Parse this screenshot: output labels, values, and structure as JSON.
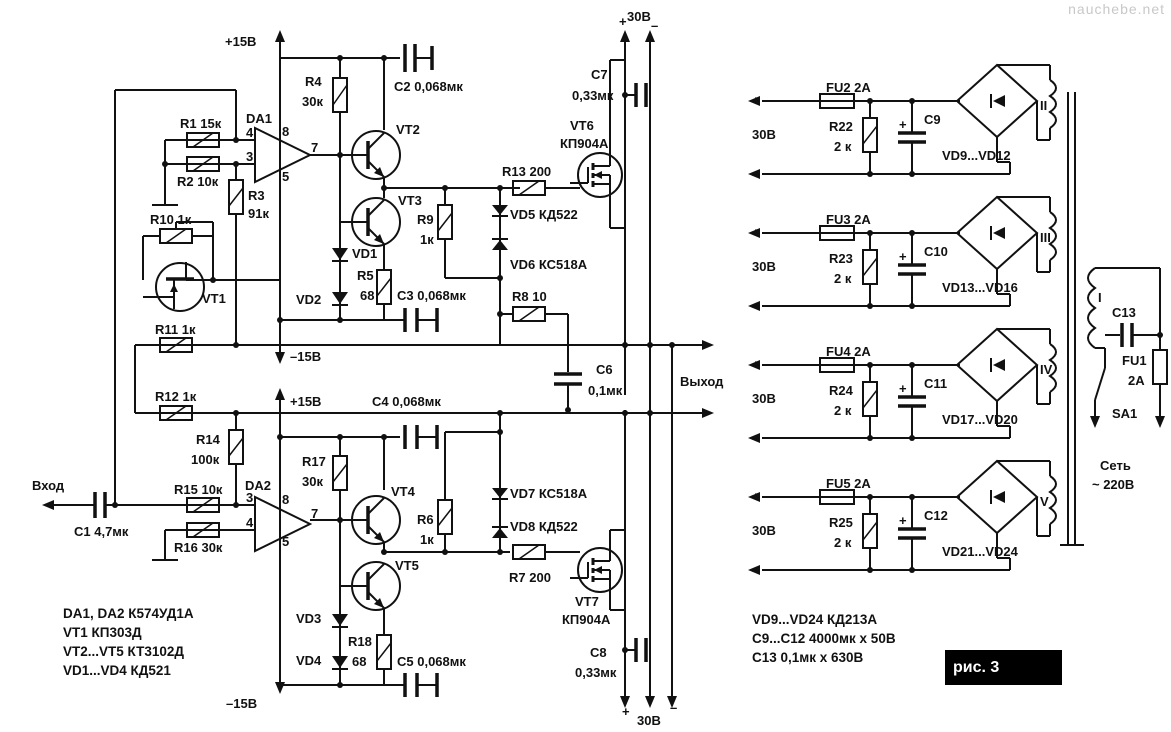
{
  "watermark": "nauchebe.net",
  "figure_label": "рис. 3",
  "labels": {
    "p15_top": "+15В",
    "m15_mid": "–15В",
    "p15_mid": "+15В",
    "m15_bot": "–15В",
    "da1": "DA1",
    "da2": "DA2",
    "r1": "R1 15к",
    "r2": "R2 10к",
    "r3": "R3",
    "r3v": "91к",
    "r10": "R10 1к",
    "vt1": "VT1",
    "r11": "R11 1к",
    "r12": "R12 1к",
    "r14": "R14",
    "r14v": "100к",
    "r15": "R15 10к",
    "r16": "R16 30к",
    "r4": "R4",
    "r4v": "30к",
    "c2": "C2 0,068мк",
    "vt2": "VT2",
    "vt3": "VT3",
    "vd1": "VD1",
    "vd2": "VD2",
    "r5": "R5",
    "r5v": "68",
    "c3": "C3 0,068мк",
    "r17": "R17",
    "r17v": "30к",
    "vt4": "VT4",
    "vt5": "VT5",
    "vd3": "VD3",
    "vd4": "VD4",
    "r18": "R18",
    "r18v": "68",
    "c5": "C5 0,068мк",
    "c4": "C4 0,068мк",
    "r9": "R9",
    "r9v": "1к",
    "vd5": "VD5 КД522",
    "vd6": "VD6 КС518А",
    "r13": "R13 200",
    "r8": "R8 10",
    "c6": "C6",
    "c6v": "0,1мк",
    "r6": "R6",
    "r6v": "1к",
    "vd7": "VD7 КС518А",
    "vd8": "VD8 КД522",
    "r7": "R7 200",
    "c7": "C7",
    "c7v": "0,33мк",
    "vt6": "VT6",
    "vt6t": "КП904А",
    "vt7": "VT7",
    "vt7t": "КП904А",
    "c8": "C8",
    "c8v": "0,33мк",
    "v30_top": "30В",
    "v30_bot": "30В",
    "plus": "+",
    "minus": "–",
    "vhod": "Вход",
    "c1": "C1 4,7мк",
    "vyhod": "Выход",
    "p8": "8",
    "p7": "7",
    "p4": "4",
    "p3": "3",
    "p5": "5"
  },
  "psu": {
    "channels": [
      {
        "fuse": "FU2 2А",
        "res": "R22",
        "resv": "2 к",
        "cap": "C9",
        "bridge": "VD9...VD12",
        "winding": "II",
        "volt": "30В"
      },
      {
        "fuse": "FU3 2А",
        "res": "R23",
        "resv": "2 к",
        "cap": "C10",
        "bridge": "VD13...VD16",
        "winding": "III",
        "volt": "30В"
      },
      {
        "fuse": "FU4 2А",
        "res": "R24",
        "resv": "2 к",
        "cap": "C11",
        "bridge": "VD17...VD20",
        "winding": "IV",
        "volt": "30В"
      },
      {
        "fuse": "FU5 2А",
        "res": "R25",
        "resv": "2 к",
        "cap": "C12",
        "bridge": "VD21...VD24",
        "winding": "V",
        "volt": "30В"
      }
    ],
    "primary": "I",
    "c13": "C13",
    "fu1": "FU1",
    "fu1v": "2А",
    "sa1": "SA1",
    "mains1": "Сеть",
    "mains2": "~ 220В"
  },
  "notes_left": [
    "DA1, DA2  К574УД1А",
    "VT1 КП303Д",
    "VT2...VT5  КТ3102Д",
    "VD1...VD4  КД521"
  ],
  "notes_right": [
    "VD9...VD24  КД213А",
    "C9...C12  4000мк х 50В",
    "C13 0,1мк х 630В"
  ]
}
